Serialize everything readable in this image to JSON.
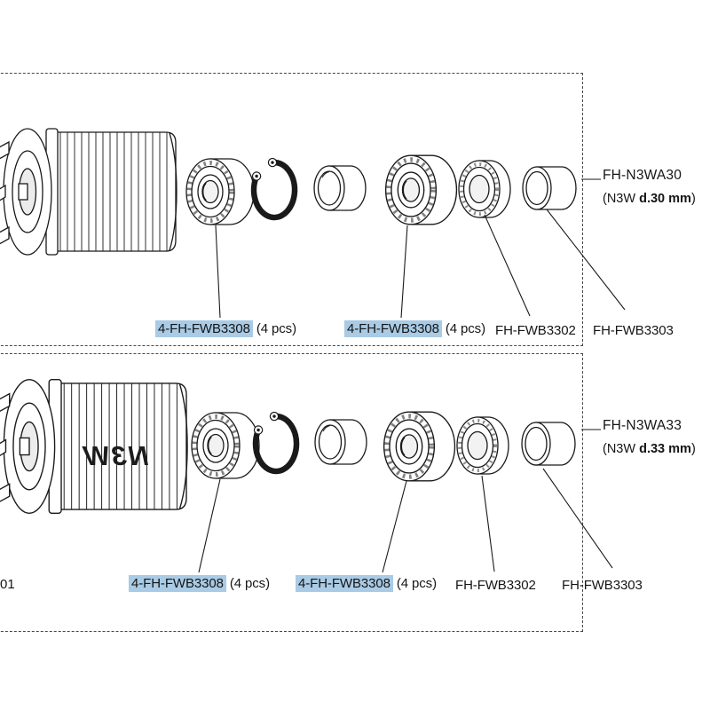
{
  "document": {
    "type": "exploded-parts-diagram",
    "background": "#ffffff",
    "line_color": "#1a1a1a",
    "highlight_color": "#a9cbe5"
  },
  "panels": [
    {
      "callout": {
        "code": "FH-N3WA30",
        "spec_open": "(N3W ",
        "spec_bold": "d.30 mm",
        "spec_close": ")"
      },
      "part_labels": [
        {
          "code": "4-FH-FWB3308",
          "qty": "(4 pcs)",
          "highlighted": true
        },
        {
          "code": "4-FH-FWB3308",
          "qty": "(4 pcs)",
          "highlighted": true
        },
        {
          "code": "FH-FWB3302",
          "qty": "",
          "highlighted": false
        },
        {
          "code": "FH-FWB3303",
          "qty": "",
          "highlighted": false
        }
      ],
      "parts": [
        "freehub-body",
        "bearing",
        "circlip",
        "spacer",
        "bearing",
        "bearing-cup",
        "spacer-sleeve"
      ]
    },
    {
      "hub_logo": "N3W",
      "left_edge_label": "01",
      "callout": {
        "code": "FH-N3WA33",
        "spec_open": "(N3W ",
        "spec_bold": "d.33 mm",
        "spec_close": ")"
      },
      "part_labels": [
        {
          "code": "4-FH-FWB3308",
          "qty": "(4 pcs)",
          "highlighted": true
        },
        {
          "code": "4-FH-FWB3308",
          "qty": "(4 pcs)",
          "highlighted": true
        },
        {
          "code": "FH-FWB3302",
          "qty": "",
          "highlighted": false
        },
        {
          "code": "FH-FWB3303",
          "qty": "",
          "highlighted": false
        }
      ],
      "parts": [
        "freehub-body",
        "bearing",
        "circlip",
        "spacer",
        "bearing",
        "bearing-cup",
        "spacer-sleeve"
      ]
    }
  ]
}
